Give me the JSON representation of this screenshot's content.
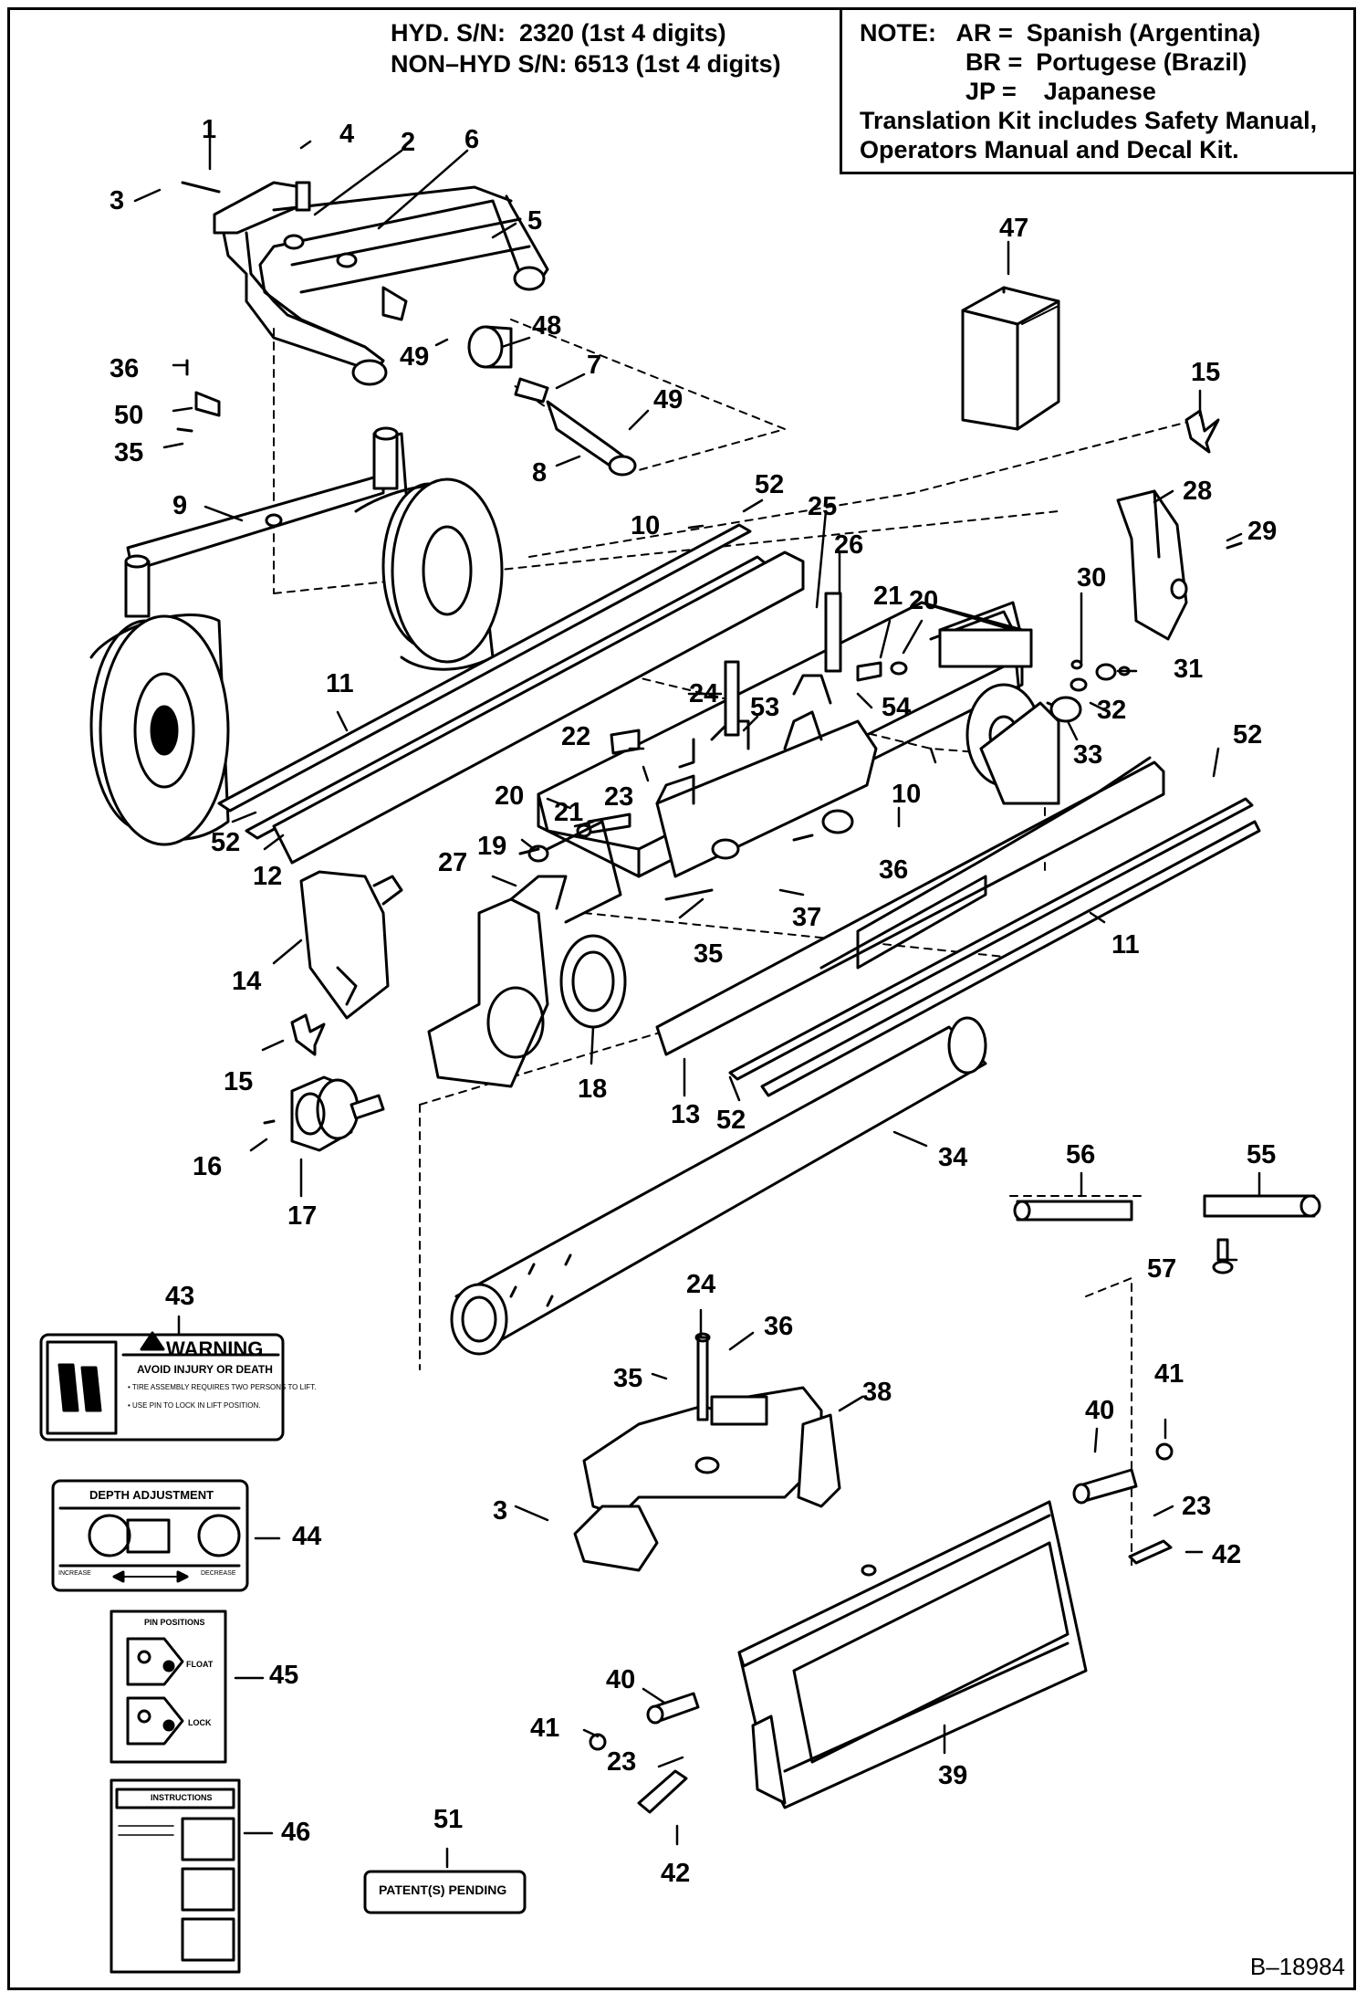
{
  "header": {
    "serial_line_1": "HYD. S/N:  2320 (1st 4 digits)",
    "serial_line_2": "NON–HYD S/N: 6513 (1st 4 digits)"
  },
  "note": {
    "line_1": "NOTE:   AR =  Spanish (Argentina)",
    "line_2": "BR =  Portugese (Brazil)",
    "line_3": "JP =    Japanese",
    "line_4": "Translation Kit includes Safety Manual,",
    "line_5": "Operators Manual and Decal Kit."
  },
  "decals": {
    "warning_title": "WARNING",
    "warning_line_1": "AVOID INJURY OR DEATH",
    "warning_line_2": "• TIRE ASSEMBLY REQUIRES TWO PERSONS TO LIFT.",
    "warning_line_3": "• USE PIN TO LOCK IN LIFT POSITION.",
    "depth_title": "DEPTH ADJUSTMENT",
    "depth_increase": "INCREASE",
    "depth_decrease": "DECREASE",
    "pin_title": "PIN POSITIONS",
    "pin_float": "FLOAT",
    "pin_lock": "LOCK",
    "instructions_title": "INSTRUCTIONS",
    "patent": "PATENT(S) PENDING"
  },
  "callouts": [
    "1",
    "2",
    "3",
    "4",
    "5",
    "6",
    "36",
    "48",
    "49",
    "7",
    "50",
    "49",
    "35",
    "8",
    "9",
    "47",
    "15",
    "28",
    "29",
    "52",
    "10",
    "25",
    "26",
    "21",
    "20",
    "30",
    "31",
    "32",
    "33",
    "11",
    "24",
    "53",
    "54",
    "22",
    "23",
    "52",
    "10",
    "52",
    "12",
    "20",
    "21",
    "19",
    "36",
    "27",
    "37",
    "35",
    "11",
    "14",
    "15",
    "18",
    "13",
    "52",
    "16",
    "17",
    "34",
    "56",
    "55",
    "57",
    "43",
    "24",
    "36",
    "35",
    "38",
    "40",
    "41",
    "3",
    "44",
    "23",
    "42",
    "45",
    "40",
    "41",
    "23",
    "39",
    "51",
    "46",
    "42"
  ],
  "diagram_ref": "B–18984"
}
